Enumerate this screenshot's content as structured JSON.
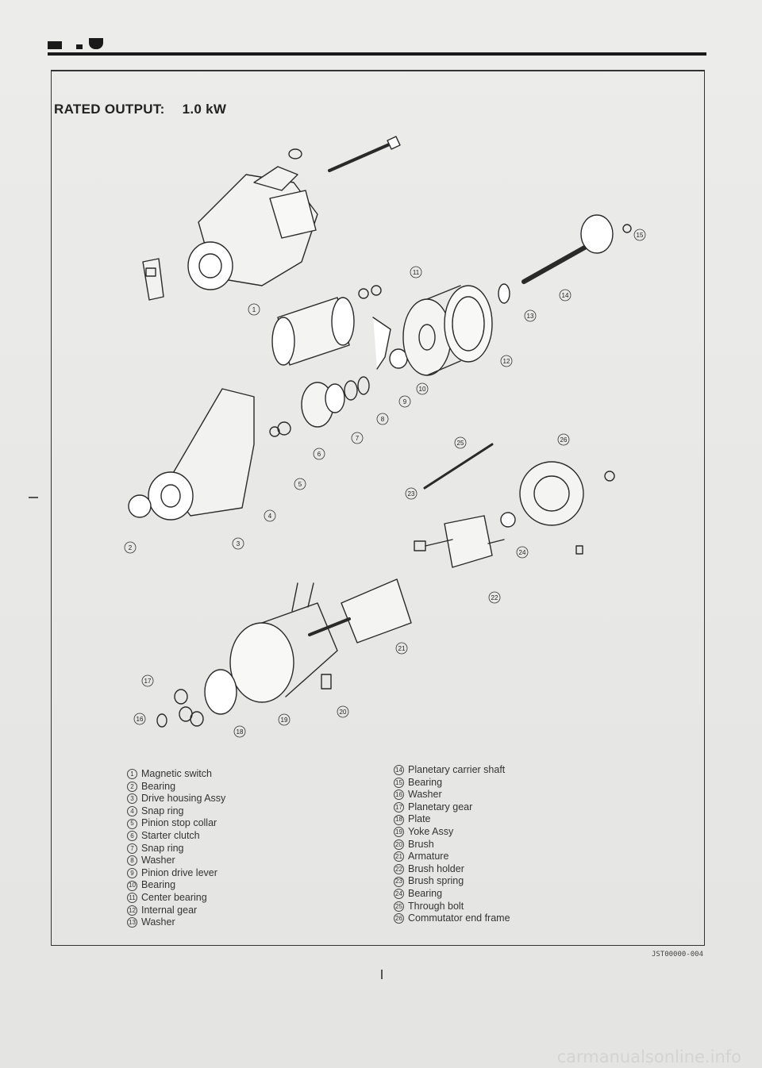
{
  "header": {
    "page_id": ""
  },
  "title": {
    "label": "RATED OUTPUT:",
    "value": "1.0 kW"
  },
  "diagram": {
    "callouts": [
      "1",
      "2",
      "3",
      "4",
      "5",
      "6",
      "7",
      "8",
      "9",
      "10",
      "11",
      "12",
      "13",
      "14",
      "15",
      "16",
      "17",
      "18",
      "19",
      "20",
      "21",
      "22",
      "23",
      "24",
      "25",
      "26"
    ]
  },
  "legend": {
    "left": [
      {
        "num": "1",
        "text": "Magnetic switch"
      },
      {
        "num": "2",
        "text": "Bearing"
      },
      {
        "num": "3",
        "text": "Drive housing Assy"
      },
      {
        "num": "4",
        "text": "Snap ring"
      },
      {
        "num": "5",
        "text": "Pinion stop collar"
      },
      {
        "num": "6",
        "text": "Starter clutch"
      },
      {
        "num": "7",
        "text": "Snap ring"
      },
      {
        "num": "8",
        "text": "Washer"
      },
      {
        "num": "9",
        "text": "Pinion drive lever"
      },
      {
        "num": "10",
        "text": "Bearing"
      },
      {
        "num": "11",
        "text": "Center bearing"
      },
      {
        "num": "12",
        "text": "Internal gear"
      },
      {
        "num": "13",
        "text": "Washer"
      }
    ],
    "right": [
      {
        "num": "14",
        "text": "Planetary carrier shaft"
      },
      {
        "num": "15",
        "text": "Bearing"
      },
      {
        "num": "16",
        "text": "Washer"
      },
      {
        "num": "17",
        "text": "Planetary gear"
      },
      {
        "num": "18",
        "text": "Plate"
      },
      {
        "num": "19",
        "text": "Yoke Assy"
      },
      {
        "num": "20",
        "text": "Brush"
      },
      {
        "num": "21",
        "text": "Armature"
      },
      {
        "num": "22",
        "text": "Brush holder"
      },
      {
        "num": "23",
        "text": "Brush spring"
      },
      {
        "num": "24",
        "text": "Bearing"
      },
      {
        "num": "25",
        "text": "Through bolt"
      },
      {
        "num": "26",
        "text": "Commutator end frame"
      }
    ]
  },
  "footer": {
    "doc_code": "JST00000-004"
  },
  "watermark": "carmanualsonline.info"
}
